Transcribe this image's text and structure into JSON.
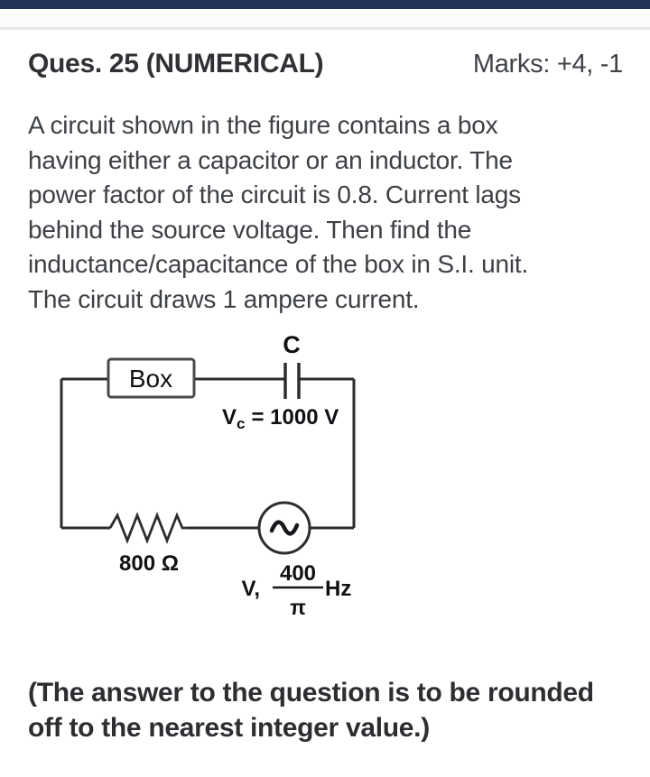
{
  "colors": {
    "top_bar": "#24325a",
    "divider": "#e8e8e8",
    "title_text": "#2f3135",
    "body_text": "#3d4045",
    "circuit_line": "#2d2d2d"
  },
  "header": {
    "title": "Ques. 25 (NUMERICAL)",
    "marks": "Marks: +4, -1"
  },
  "question": {
    "lines": [
      "A circuit shown in the figure contains a box",
      "having either a capacitor or an inductor. The",
      "power factor of the circuit is 0.8. Current lags",
      "behind the source voltage. Then find the",
      "inductance/capacitance of the box in S.I. unit.",
      "The circuit draws 1 ampere current."
    ]
  },
  "circuit": {
    "box_label": "Box",
    "capacitor": {
      "label": "C",
      "voltage_symbol": "V",
      "voltage_subscript": "c",
      "voltage_value": "= 1000 V"
    },
    "resistor": {
      "label": "800 Ω"
    },
    "source": {
      "label_prefix": "V,",
      "freq_numerator": "400",
      "freq_denominator": "π",
      "freq_unit": "Hz"
    }
  },
  "footnote": {
    "lines": [
      "(The answer to the question is to be rounded",
      "off to the nearest integer value.)"
    ]
  }
}
